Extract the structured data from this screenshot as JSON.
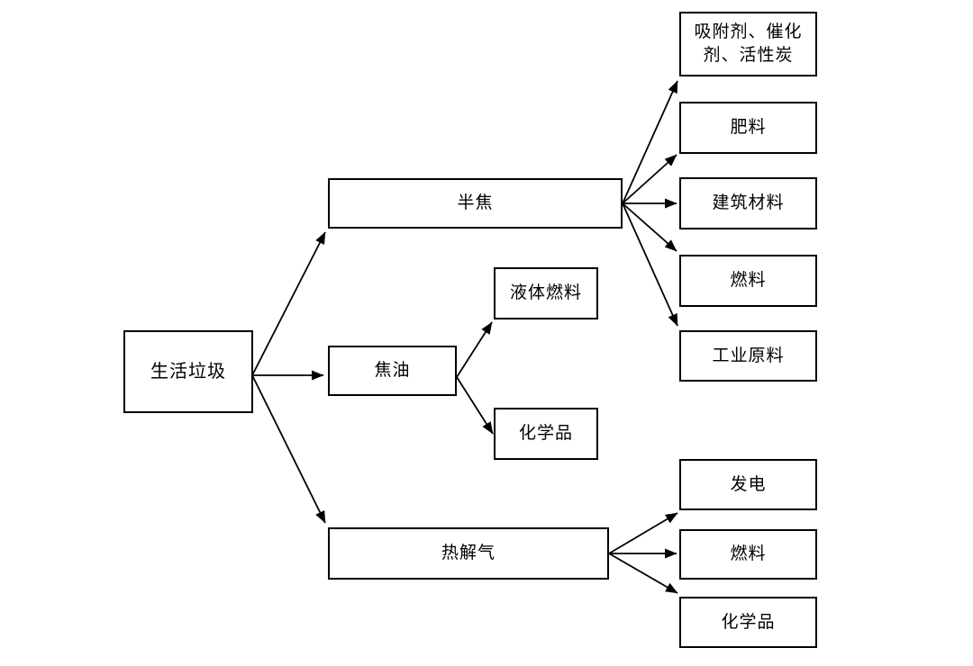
{
  "diagram": {
    "type": "flowchart",
    "colors": {
      "background": "#ffffff",
      "line": "#000000",
      "box_border": "#000000",
      "box_fill": "#ffffff",
      "text": "#000000"
    },
    "nodes": {
      "root": "生活垃圾",
      "semicoke": "半焦",
      "tar": "焦油",
      "pyrolysis_gas": "热解气",
      "adsorbent_catalyst_activated_carbon": "吸附剂、催化剂、活性炭",
      "fertilizer": "肥料",
      "semicoke_building_materials": "建筑材料",
      "semicoke_fuel": "燃料",
      "industrial_raw_materials": "工业原料",
      "liquid_fuel": "液体燃料",
      "tar_chemicals": "化学品",
      "power_generation": "发电",
      "gas_fuel": "燃料",
      "gas_chemicals": "化学品"
    },
    "edges": [
      {
        "from": "root",
        "to": "semicoke"
      },
      {
        "from": "root",
        "to": "tar"
      },
      {
        "from": "root",
        "to": "pyrolysis_gas"
      },
      {
        "from": "semicoke",
        "to": "adsorbent_catalyst_activated_carbon"
      },
      {
        "from": "semicoke",
        "to": "fertilizer"
      },
      {
        "from": "semicoke",
        "to": "semicoke_building_materials"
      },
      {
        "from": "semicoke",
        "to": "semicoke_fuel"
      },
      {
        "from": "semicoke",
        "to": "industrial_raw_materials"
      },
      {
        "from": "tar",
        "to": "liquid_fuel"
      },
      {
        "from": "tar",
        "to": "tar_chemicals"
      },
      {
        "from": "pyrolysis_gas",
        "to": "power_generation"
      },
      {
        "from": "pyrolysis_gas",
        "to": "gas_fuel"
      },
      {
        "from": "pyrolysis_gas",
        "to": "gas_chemicals"
      }
    ]
  }
}
